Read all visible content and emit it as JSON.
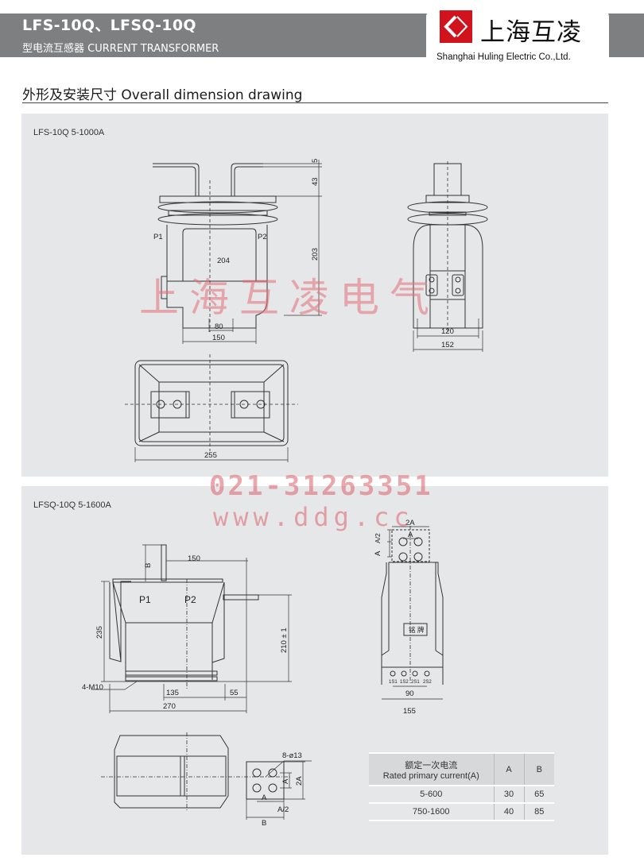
{
  "header": {
    "title": "LFS-10Q、LFSQ-10Q",
    "subtitle": "型电流互感器 CURRENT TRANSFORMER",
    "band_color": "#7e7f81"
  },
  "logo": {
    "cn_name": "上海互凌",
    "en_name": "Shanghai Huling Electric Co.,Ltd.",
    "mark_color": "#d0131c"
  },
  "section": {
    "title": "外形及安装尺寸  Overall dimension drawing"
  },
  "panels": [
    {
      "label": "LFS-10Q    5-1000A",
      "front_view": {
        "labels": [
          "P1",
          "P2"
        ],
        "dims": {
          "top_gap": "5",
          "terminal_height": "43",
          "body_height": "203",
          "body_width_inner": "204",
          "mount_spacing": "80",
          "base_width": "150"
        }
      },
      "side_view": {
        "dims": {
          "mount_spacing": "120",
          "base_width": "152"
        }
      },
      "top_view": {
        "dims": {
          "overall_length": "255"
        }
      }
    },
    {
      "label": "LFSQ-10Q    5-1600A",
      "front_view": {
        "labels": [
          "P1",
          "P2"
        ],
        "dims": {
          "terminal_b": "B",
          "terminal_offset": "150",
          "overall_height": "235",
          "terminal_height": "210 ± 1",
          "bolt_spec": "4-M10",
          "mount_spacing": "135",
          "mount_edge": "55",
          "base_width": "270"
        }
      },
      "side_view": {
        "nameplate": "铭 牌",
        "terminals": [
          "1S1",
          "1S2",
          "2S1",
          "2S2"
        ],
        "dims": {
          "terminal_width": "2A",
          "hole_spacing_h": "A",
          "hole_edge": "A/2",
          "hole_spacing_v": "A",
          "mount_spacing": "90",
          "base_width": "155"
        }
      },
      "top_view": {
        "dims": {
          "holes": "8-ø13",
          "hole_spacing_v": "A",
          "terminal_height": "2A",
          "hole_spacing_h": "A",
          "hole_edge": "A/2",
          "terminal_length": "B"
        }
      },
      "rating_table": {
        "headers": {
          "current_cn": "额定一次电流",
          "current_en": "Rated primary current(A)",
          "a": "A",
          "b": "B"
        },
        "rows": [
          {
            "current": "5-600",
            "a": "30",
            "b": "65"
          },
          {
            "current": "750-1600",
            "a": "40",
            "b": "85"
          }
        ]
      }
    }
  ],
  "watermarks": {
    "company": "上海互凌电气",
    "phone": "021-31263351",
    "url": "www.ddg.cc"
  }
}
